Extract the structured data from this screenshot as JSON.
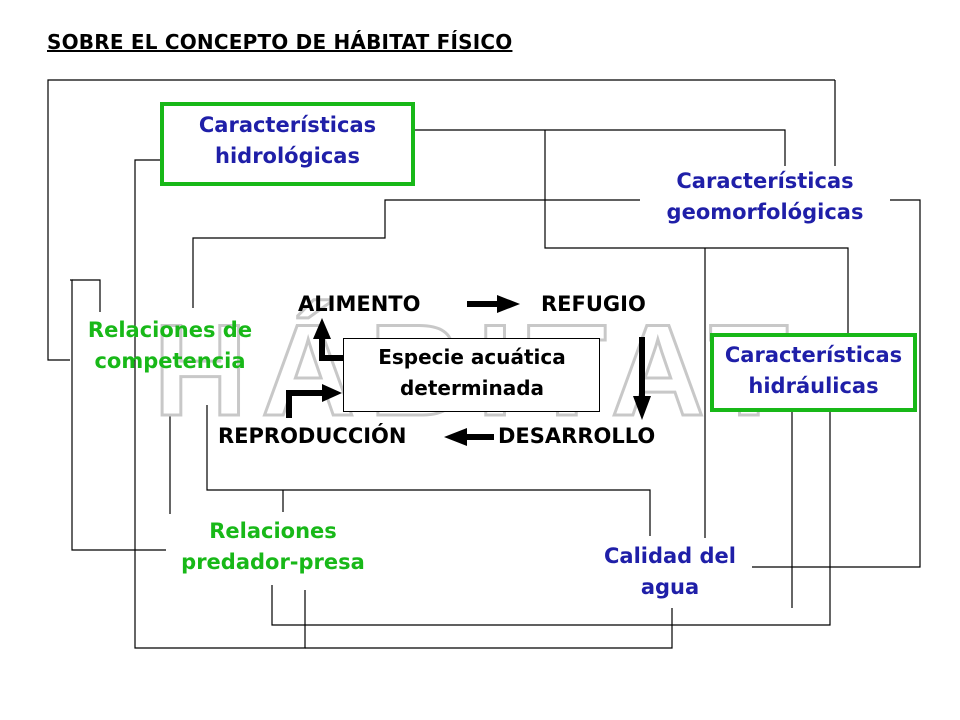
{
  "title": "SOBRE EL CONCEPTO DE HÁBITAT FÍSICO",
  "watermark": "HÁBITAT",
  "nodes": {
    "hidrologicas": [
      "Características",
      "hidrológicas"
    ],
    "geomorfologicas": [
      "Características",
      "geomorfológicas"
    ],
    "hidraulicas": [
      "Características",
      "hidráulicas"
    ],
    "competencia": [
      "Relaciones de",
      "competencia"
    ],
    "predador": [
      "Relaciones",
      "predador-presa"
    ],
    "calidad": [
      "Calidad del",
      "agua"
    ]
  },
  "cycle": {
    "center": [
      "Especie acuática",
      "determinada"
    ],
    "alimento": "ALIMENTO",
    "refugio": "REFUGIO",
    "desarrollo": "DESARROLLO",
    "reproduccion": "REPRODUCCIÓN"
  },
  "colors": {
    "blue_text": "#1f1fa8",
    "green_text": "#18b818",
    "green_border": "#18b818",
    "watermark_fill": "#ffffff",
    "watermark_outline": "#c8c8c8"
  }
}
